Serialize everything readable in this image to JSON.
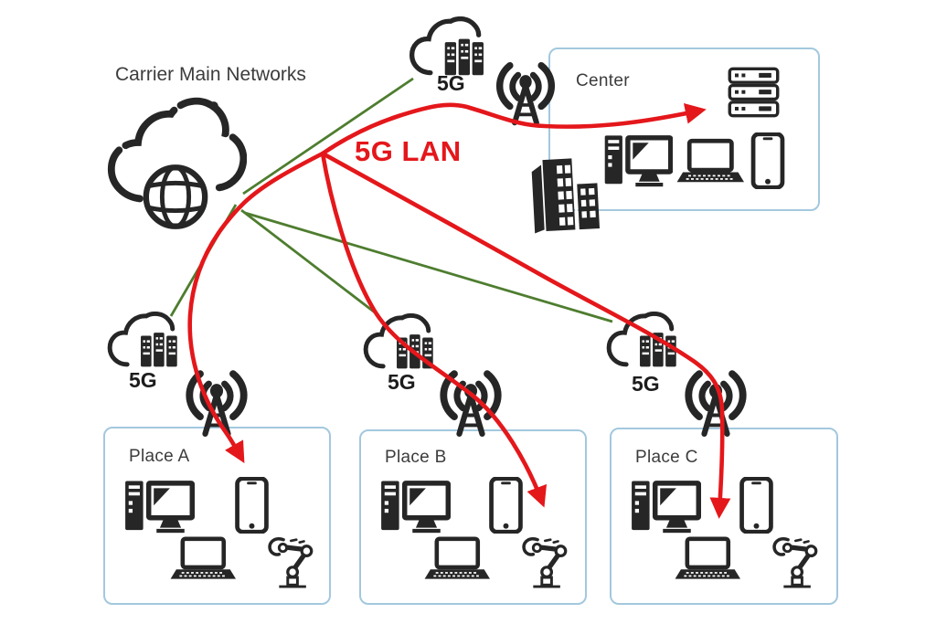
{
  "diagram": {
    "title": "Carrier Main Networks",
    "lan_label": "5G LAN",
    "g5_labels": [
      "5G",
      "5G",
      "5G",
      "5G"
    ],
    "sites": [
      {
        "label": "Center",
        "devices": [
          "server-rack",
          "office-building",
          "desktop-computer",
          "laptop",
          "smartphone"
        ]
      },
      {
        "label": "Place A",
        "devices": [
          "desktop-computer",
          "smartphone",
          "laptop",
          "robot-arm"
        ]
      },
      {
        "label": "Place B",
        "devices": [
          "desktop-computer",
          "smartphone",
          "laptop",
          "robot-arm"
        ]
      },
      {
        "label": "Place C",
        "devices": [
          "desktop-computer",
          "smartphone",
          "laptop",
          "robot-arm"
        ]
      }
    ],
    "colors": {
      "red": "#e4171b",
      "green": "#4e7d2f",
      "box_border": "#a3c8de",
      "icon_ink": "#262626",
      "label_text": "#3c3c3c"
    }
  }
}
